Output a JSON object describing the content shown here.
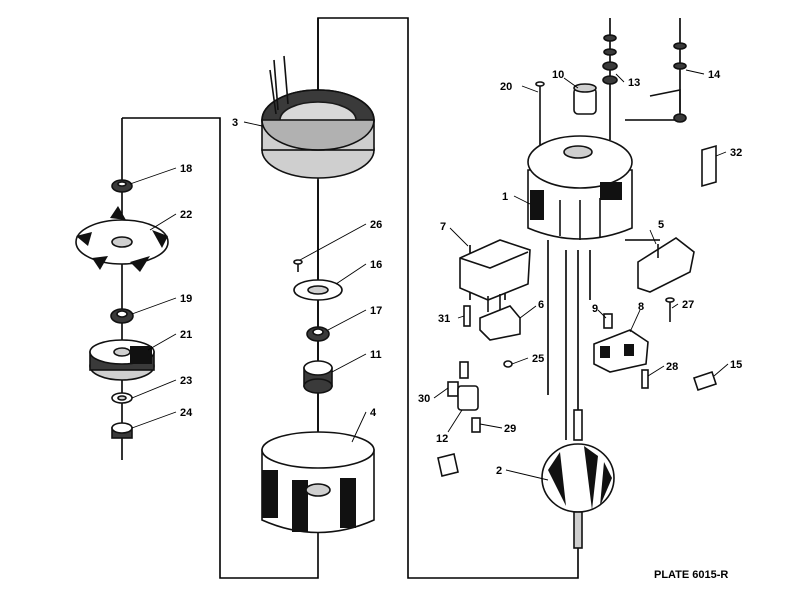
{
  "plate_label": "PLATE 6015-R",
  "callouts": [
    {
      "id": "c1",
      "text": "1"
    },
    {
      "id": "c2",
      "text": "2"
    },
    {
      "id": "c3",
      "text": "3"
    },
    {
      "id": "c4",
      "text": "4"
    },
    {
      "id": "c5",
      "text": "5"
    },
    {
      "id": "c6",
      "text": "6"
    },
    {
      "id": "c7",
      "text": "7"
    },
    {
      "id": "c8",
      "text": "8"
    },
    {
      "id": "c9",
      "text": "9"
    },
    {
      "id": "c10",
      "text": "10"
    },
    {
      "id": "c11",
      "text": "11"
    },
    {
      "id": "c12",
      "text": "12"
    },
    {
      "id": "c13",
      "text": "13"
    },
    {
      "id": "c14",
      "text": "14"
    },
    {
      "id": "c15",
      "text": "15"
    },
    {
      "id": "c16",
      "text": "16"
    },
    {
      "id": "c17",
      "text": "17"
    },
    {
      "id": "c18",
      "text": "18"
    },
    {
      "id": "c19",
      "text": "19"
    },
    {
      "id": "c20",
      "text": "20"
    },
    {
      "id": "c21",
      "text": "21"
    },
    {
      "id": "c22",
      "text": "22"
    },
    {
      "id": "c23",
      "text": "23"
    },
    {
      "id": "c24",
      "text": "24"
    },
    {
      "id": "c25",
      "text": "25"
    },
    {
      "id": "c26",
      "text": "26"
    },
    {
      "id": "c27",
      "text": "27"
    },
    {
      "id": "c28",
      "text": "28"
    },
    {
      "id": "c29",
      "text": "29"
    },
    {
      "id": "c30",
      "text": "30"
    },
    {
      "id": "c31",
      "text": "31"
    },
    {
      "id": "c32",
      "text": "32"
    }
  ]
}
